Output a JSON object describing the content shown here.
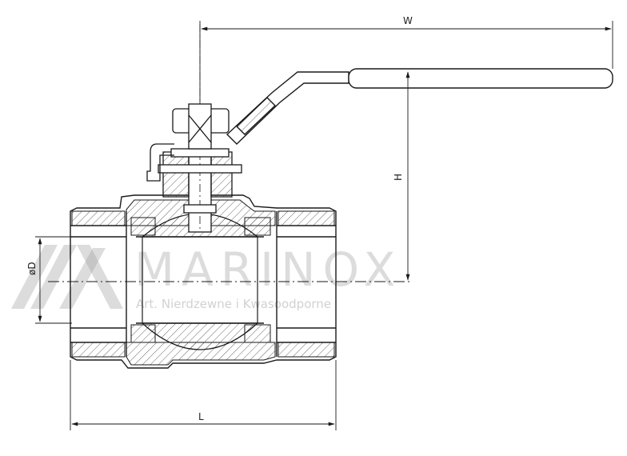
{
  "dimensions": {
    "width_label": "W",
    "height_label": "H",
    "length_label": "L",
    "diameter_label": "øD"
  },
  "watermark": {
    "brand": "MARINOX",
    "tagline": "Art. Nierdzewne i Kwasoodporne"
  },
  "colors": {
    "line": "#1a1a1a",
    "hatch": "#444444",
    "watermark": "#9a9a9a"
  }
}
